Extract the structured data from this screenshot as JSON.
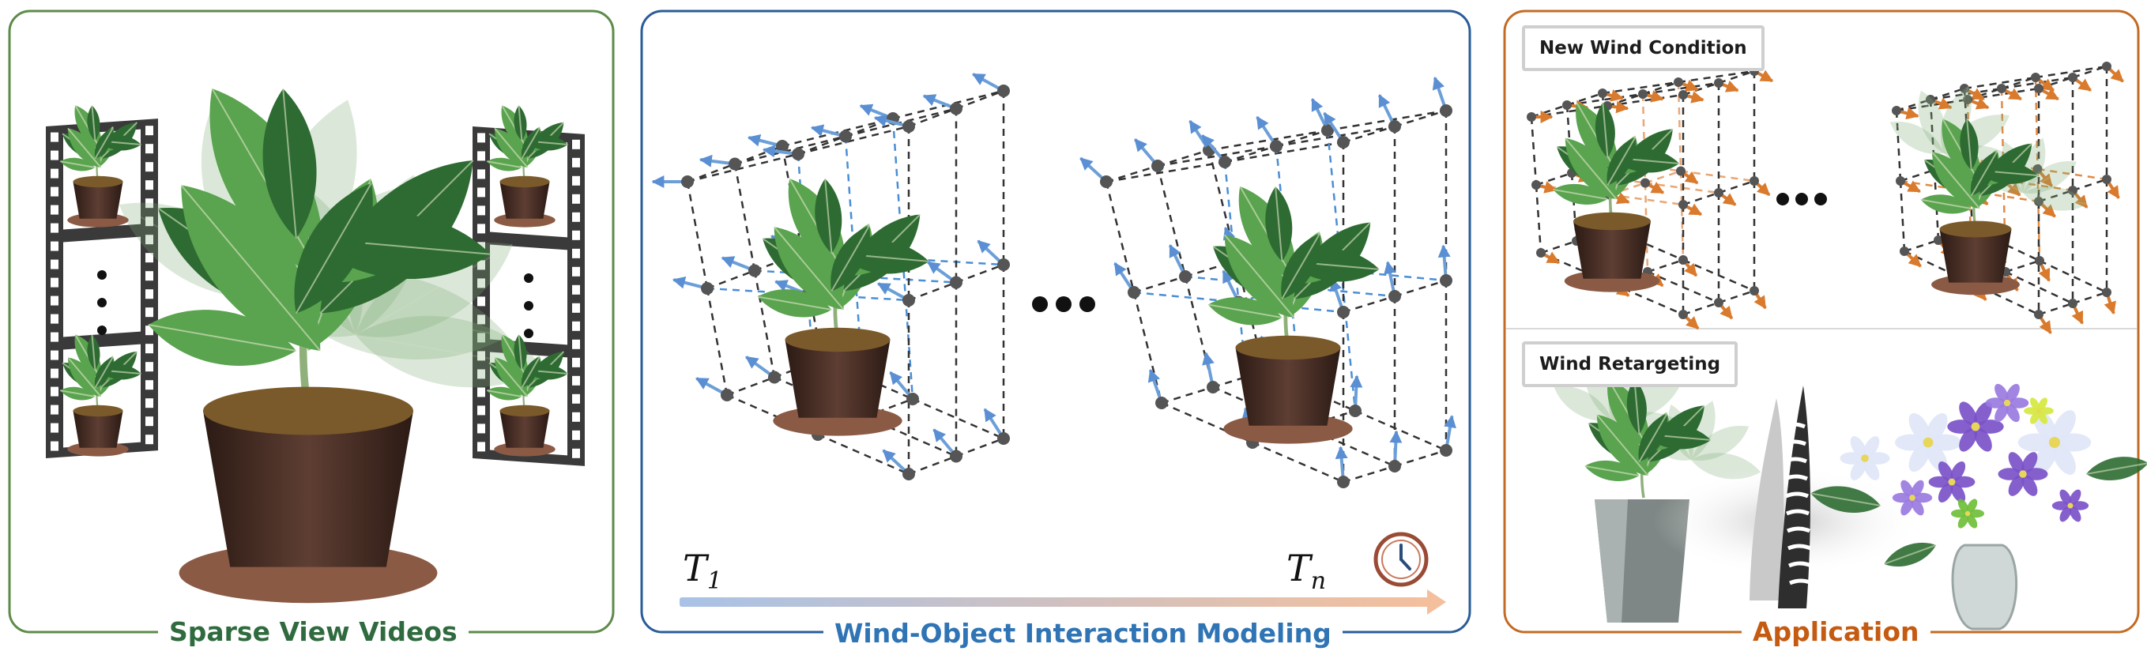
{
  "panels": {
    "sparse": {
      "title": "Sparse View Videos",
      "color": "#2f6b3e",
      "border": "#5d8b49"
    },
    "modeling": {
      "title": "Wind-Object Interaction Modeling",
      "color": "#2f74b5",
      "border": "#2a5c99"
    },
    "application": {
      "title": "Application",
      "color": "#c55a11",
      "border": "#c36b24",
      "tags": {
        "new_wind": "New Wind Condition",
        "retarget": "Wind Retargeting"
      }
    }
  },
  "timeline": {
    "t_start": "T",
    "t_start_sub": "1",
    "t_end": "T",
    "t_end_sub": "n",
    "gradient_start": "#a9c2e6",
    "gradient_end": "#f4bf9c"
  },
  "colors": {
    "plant_dark": "#2e6b32",
    "plant_light": "#5aa34f",
    "pot": "#4a3028",
    "node": "#555555",
    "cage_line": "#333333",
    "cage_blue": "#4a8ed6",
    "arrow_blue": "#6c9fd8",
    "arrow_orange": "#d97a2c",
    "flower_purple": "#7b52c9",
    "flower_white": "#dfe6f7"
  },
  "icons": {
    "clock": "clock-icon",
    "ellipsis": "ellipsis-icon",
    "wind": "wind-icon"
  }
}
